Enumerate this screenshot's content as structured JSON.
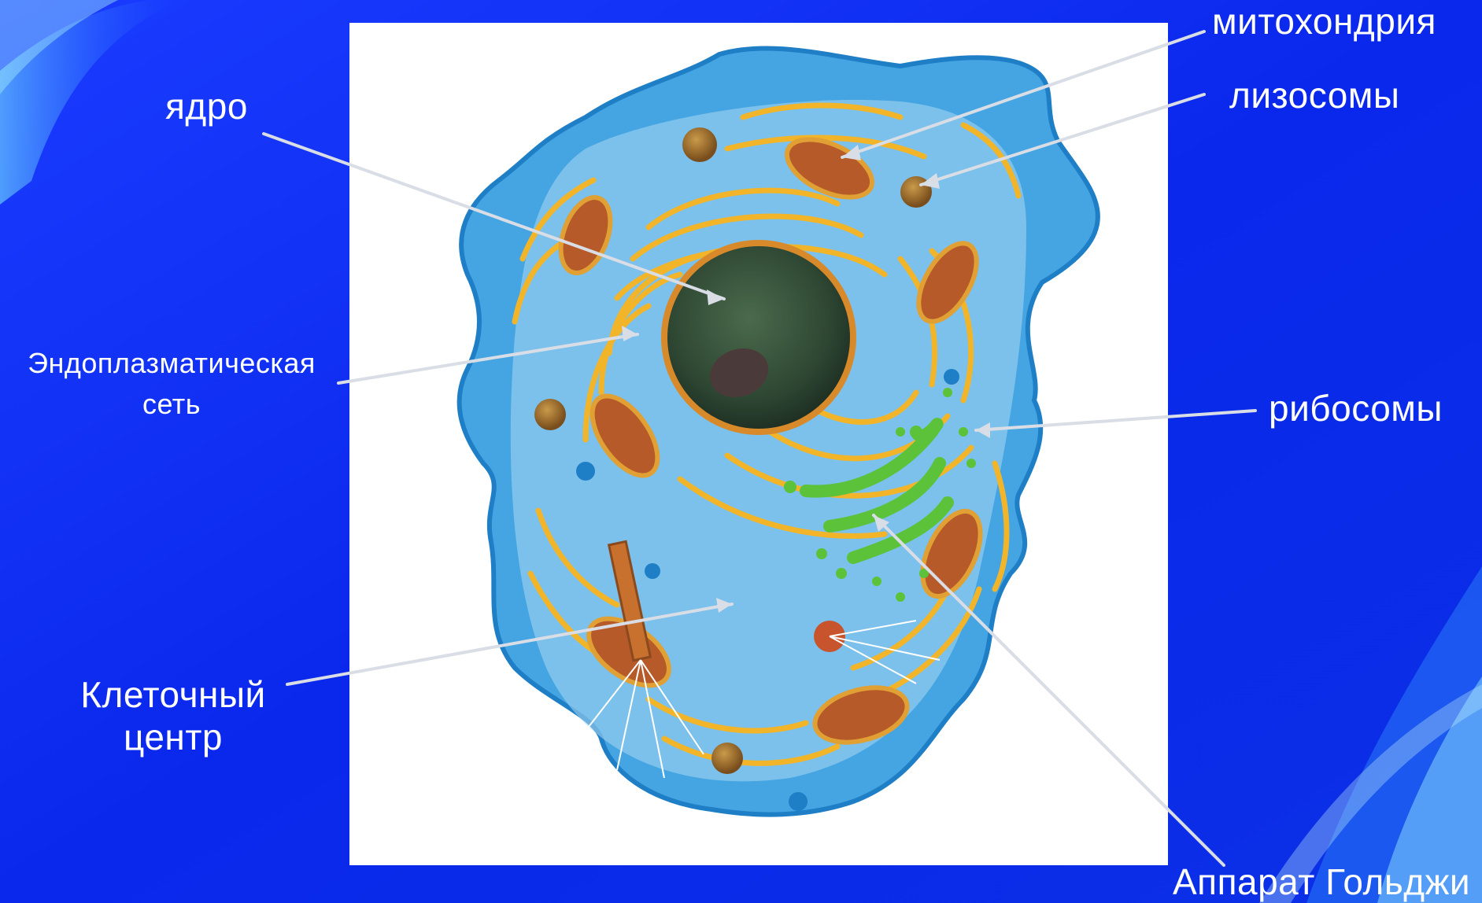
{
  "labels": {
    "mitochondria": "митохондрия",
    "lysosomes": "лизосомы",
    "nucleus": "ядро",
    "er_line1": "Эндоплазматическая",
    "er_line2": "сеть",
    "ribosomes": "рибосомы",
    "centrosome_line1": "Клеточный",
    "centrosome_line2": "центр",
    "golgi": "Аппарат Гольджи"
  },
  "colors": {
    "background": "#0d2ff0",
    "panel": "#ffffff",
    "cytoplasm": "#3fa2e0",
    "er": "#f2b52a",
    "nucleus": "#2f4a34",
    "golgi": "#5cc23a",
    "mitochondria": "#b75a2a",
    "leader_line": "#d9dde6",
    "label_text": "#ffffff"
  }
}
